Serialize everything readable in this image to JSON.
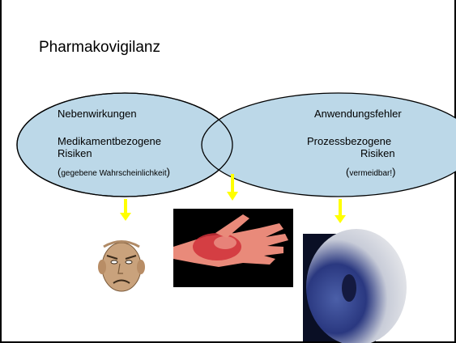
{
  "title": "Pharmakovigilanz",
  "left_circle": {
    "line1": "Nebenwirkungen",
    "line2": "Medikamentbezogene",
    "line3": "Risiken",
    "note_open": "(",
    "note_text": "gegebene Wahrscheinlichkeit",
    "note_close": ")"
  },
  "right_circle": {
    "line1": "Anwendungsfehler",
    "line2": "Prozessbezogene",
    "line3": "Risiken",
    "note_open": "(",
    "note_text": "vermeidbar!",
    "note_close": ")"
  },
  "colors": {
    "ellipse_fill": "#bcd8e8",
    "ellipse_stroke": "#000000",
    "arrow": "#ffff00"
  },
  "images": {
    "face": "face-illustration",
    "hand": "hand-rash-photo",
    "skin": "skin-lesion-photo"
  }
}
